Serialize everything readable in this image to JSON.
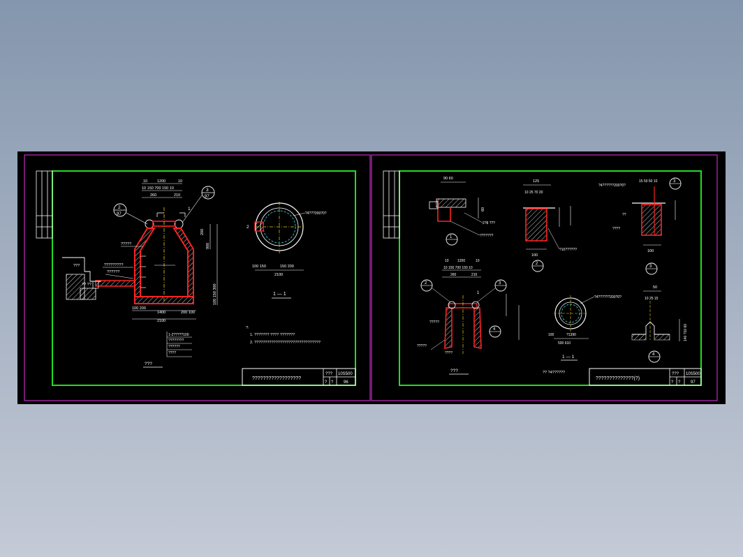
{
  "colors": {
    "background_top": "#8496ad",
    "canvas": "#000000",
    "sheet_border": "#c02cc0",
    "frame": "#22dd22",
    "lines": "#ffffff",
    "section": "#ff2222",
    "hidden": "#27b6c8",
    "axis": "#e8d020"
  },
  "left_sheet": {
    "title_block": {
      "title": "??????????????????",
      "label": "???",
      "code": "10S500",
      "row1": "?",
      "row2": "?",
      "sheet_no": "96"
    },
    "callouts": [
      {
        "num": "2",
        "ref": "97"
      },
      {
        "num": "3",
        "ref": "97"
      }
    ],
    "dims_top": {
      "d1": "10",
      "d2": "1200",
      "d3": "10",
      "row2": "10 150 700 150 10",
      "row3": "260",
      "row4": "210"
    },
    "dims_side": {
      "v1": "200",
      "v2": "900",
      "v3": "100 150 300"
    },
    "dims_bottom": {
      "row1": "100 200",
      "row2": "1400",
      "row3": "200 100",
      "total": "2100"
    },
    "labels": {
      "manhole": "?????",
      "pipe1": "?????????",
      "pipe2": "??????",
      "ground": "???",
      "step": "?? ??",
      "n1": "1",
      "n1b": "1"
    },
    "legend_items": [
      "1-2?????100",
      "????????",
      "??????",
      "????"
    ],
    "plan": {
      "section_mark": "2",
      "note": "?4???200?0?",
      "dim1": "100 150",
      "dim2": "150 200",
      "total": "2100",
      "section_title": "1 — 1"
    },
    "notes_title": "?:",
    "notes": [
      "1. ??????? ???? ???????",
      "2. ???????????????????????????????"
    ],
    "drawing_title": "???"
  },
  "right_sheet": {
    "title_block": {
      "title": "??????????????(?)",
      "label": "???",
      "code": "10S500",
      "row1": "?",
      "row2": "?",
      "sheet_no": "97"
    },
    "detail1": {
      "dims": "90  60",
      "dim_v": "60",
      "label_a": "2?8 ???",
      "label_b": "???????",
      "num": "1"
    },
    "detail2": {
      "dims": "125",
      "sub": "10 25  70  20",
      "label": "?10??????",
      "bottom": "100",
      "num": "2"
    },
    "detail3": {
      "dims": "15 50 50 10",
      "label_top": "?4??????200?0?",
      "label_a": "??",
      "label_b": "????",
      "bottom": "100",
      "num": "3"
    },
    "detail4": {
      "top": "50",
      "sub": "10 25 15",
      "label": "140 ?10 60",
      "num": "4"
    },
    "section": {
      "dims_top": {
        "d1": "10",
        "d2": "1200",
        "d3": "10",
        "row2": "10 150 700 150 10",
        "row3": "260",
        "row4": "210"
      },
      "callouts": [
        "2",
        "3",
        "1",
        "4"
      ],
      "labels": {
        "a": "?????",
        "b": "?????",
        "c": "????"
      },
      "drawing_title": "???"
    },
    "plan": {
      "note": "?4??????200?0?",
      "dim1": "100",
      "dim2": "?1390",
      "dim3": "500 610",
      "section_title": "1 — 1",
      "bottom_note": "?? ?4??????"
    }
  }
}
